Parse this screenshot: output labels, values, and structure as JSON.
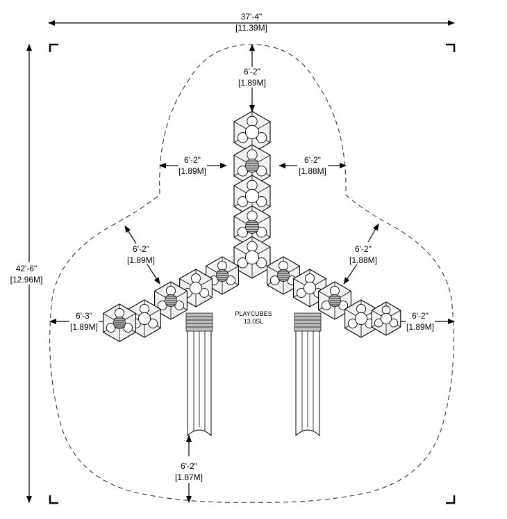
{
  "dimensions": {
    "overall_width": {
      "imperial": "37'-4\"",
      "metric": "[11.39M]"
    },
    "overall_height": {
      "imperial": "42'-6\"",
      "metric": "[12.96M]"
    },
    "top_clearance": {
      "imperial": "6'-2\"",
      "metric": "[1.89M]"
    },
    "tower_left": {
      "imperial": "6'-2\"",
      "metric": "[1.89M]"
    },
    "tower_right": {
      "imperial": "6'-2\"",
      "metric": "[1.88M]"
    },
    "diag_left": {
      "imperial": "6'-2\"",
      "metric": "[1.89M]"
    },
    "diag_right": {
      "imperial": "6'-2\"",
      "metric": "[1.88M]"
    },
    "side_left": {
      "imperial": "6'-3\"",
      "metric": "[1.89M]"
    },
    "side_right": {
      "imperial": "6'-2\"",
      "metric": "[1.89M]"
    },
    "bottom_clearance": {
      "imperial": "6'-2\"",
      "metric": "[1.87M]"
    }
  },
  "product": {
    "name": "PLAYCUBES",
    "model": "13.0SL"
  },
  "structure": {
    "tower_cube_count": 5,
    "left_arm_cube_count": 5,
    "right_arm_cube_count": 5,
    "slide_count": 2
  }
}
